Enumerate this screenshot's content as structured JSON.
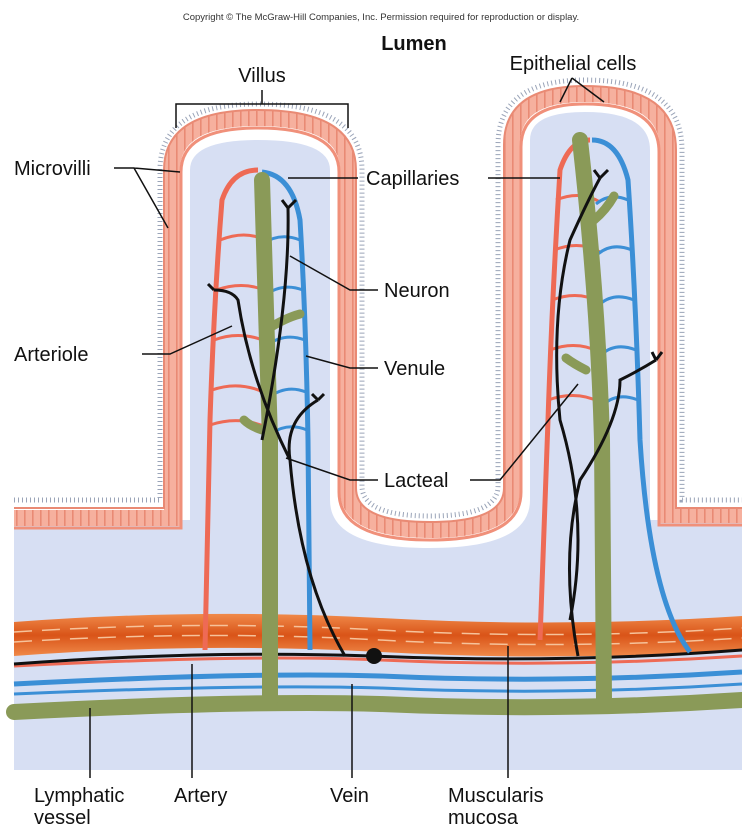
{
  "copyright": "Copyright © The McGraw-Hill Companies, Inc. Permission required for reproduction or display.",
  "labels": {
    "lumen": "Lumen",
    "villus": "Villus",
    "epithelial_cells": "Epithelial cells",
    "microvilli": "Microvilli",
    "capillaries": "Capillaries",
    "neuron": "Neuron",
    "arteriole": "Arteriole",
    "venule": "Venule",
    "lacteal": "Lacteal",
    "lymphatic_vessel_line1": "Lymphatic",
    "lymphatic_vessel_line2": "vessel",
    "artery": "Artery",
    "vein": "Vein",
    "muscularis_line1": "Muscularis",
    "muscularis_line2": "mucosa"
  },
  "colors": {
    "epithelium": "#f4a08e",
    "epithelium_dark": "#e0705d",
    "interior": "#d6def2",
    "artery": "#ee6a55",
    "vein": "#3b8fd6",
    "lymphatic": "#8a9a58",
    "neuron": "#111111",
    "muscle": "#e0601f"
  }
}
